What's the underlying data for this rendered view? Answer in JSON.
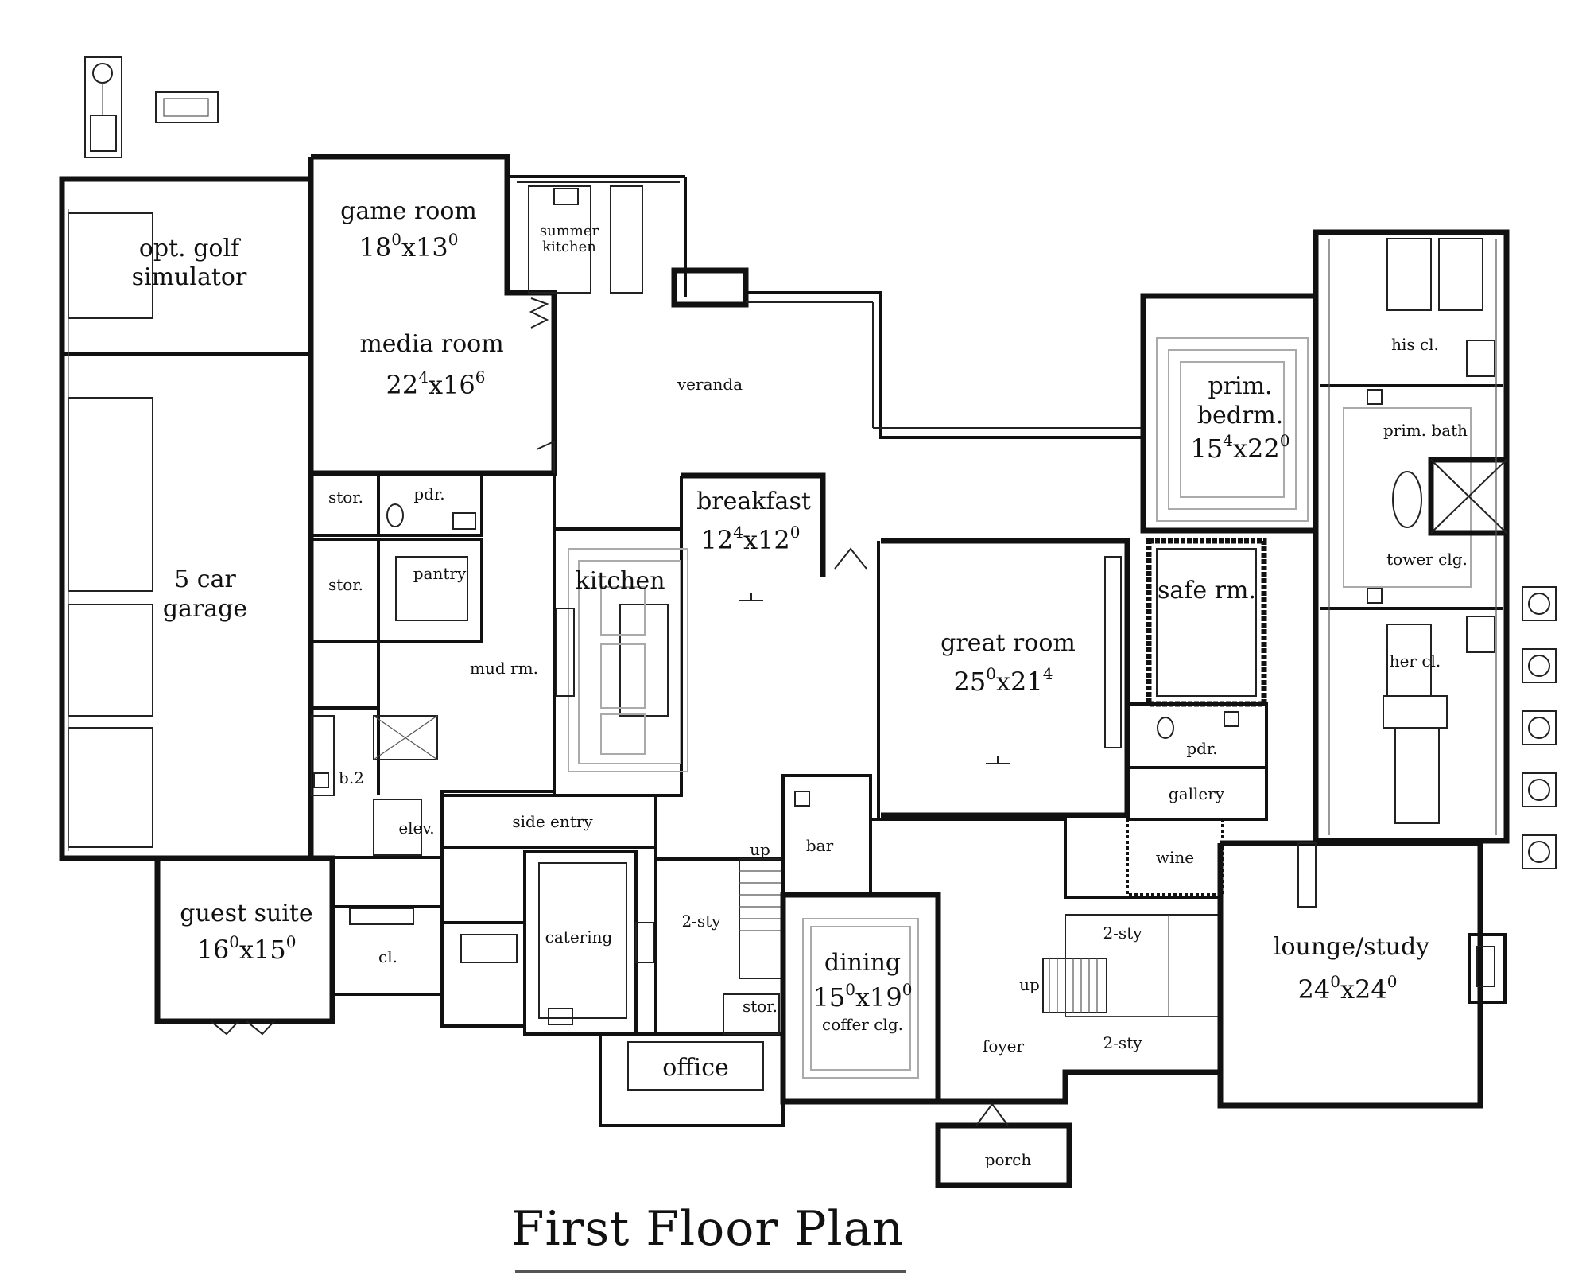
{
  "title": "First Floor Plan",
  "rooms": {
    "golf": {
      "name_line1": "opt. golf",
      "name_line2": "simulator"
    },
    "garage": {
      "name_line1": "5 car",
      "name_line2": "garage"
    },
    "game": {
      "name": "game room",
      "dim_w": "18",
      "dim_w_sup": "0",
      "dim_h": "13",
      "dim_h_sup": "0"
    },
    "media": {
      "name": "media room",
      "dim_w": "22",
      "dim_w_sup": "4",
      "dim_h": "16",
      "dim_h_sup": "6"
    },
    "summer": {
      "name_line1": "summer",
      "name_line2": "kitchen"
    },
    "veranda": {
      "name": "veranda"
    },
    "stor1": {
      "name": "stor."
    },
    "pdr1": {
      "name": "pdr."
    },
    "stor2": {
      "name": "stor."
    },
    "pantry": {
      "name": "pantry"
    },
    "mudrm": {
      "name": "mud rm."
    },
    "b2": {
      "name": "b.2"
    },
    "elev": {
      "name": "elev."
    },
    "side_entry": {
      "name": "side entry"
    },
    "guest": {
      "name": "guest suite",
      "dim_w": "16",
      "dim_w_sup": "0",
      "dim_h": "15",
      "dim_h_sup": "0"
    },
    "cl": {
      "name": "cl."
    },
    "catering": {
      "name": "catering"
    },
    "kitchen": {
      "name": "kitchen"
    },
    "breakfast": {
      "name": "breakfast",
      "dim_w": "12",
      "dim_w_sup": "4",
      "dim_h": "12",
      "dim_h_sup": "0"
    },
    "up1": {
      "name": "up"
    },
    "bar": {
      "name": "bar"
    },
    "twosty1": {
      "name": "2-sty"
    },
    "stor3": {
      "name": "stor."
    },
    "office": {
      "name": "office"
    },
    "dining": {
      "name": "dining",
      "dim_w": "15",
      "dim_w_sup": "0",
      "dim_h": "19",
      "dim_h_sup": "0",
      "note": "coffer clg."
    },
    "great": {
      "name": "great room",
      "dim_w": "25",
      "dim_w_sup": "0",
      "dim_h": "21",
      "dim_h_sup": "4"
    },
    "foyer": {
      "name": "foyer"
    },
    "porch": {
      "name": "porch"
    },
    "up2": {
      "name": "up"
    },
    "twosty2": {
      "name": "2-sty"
    },
    "twosty3": {
      "name": "2-sty"
    },
    "wine": {
      "name": "wine"
    },
    "gallery": {
      "name": "gallery"
    },
    "pdr2": {
      "name": "pdr."
    },
    "safe": {
      "name": "safe rm."
    },
    "prim_bed": {
      "name_line1": "prim.",
      "name_line2": "bedrm.",
      "dim_w": "15",
      "dim_w_sup": "4",
      "dim_h": "22",
      "dim_h_sup": "0"
    },
    "his": {
      "name": "his cl."
    },
    "prim_bath": {
      "name": "prim. bath"
    },
    "tower": {
      "name": "tower clg."
    },
    "her": {
      "name": "her cl."
    },
    "lounge": {
      "name": "lounge/study",
      "dim_w": "24",
      "dim_w_sup": "0",
      "dim_h": "24",
      "dim_h_sup": "0"
    }
  }
}
